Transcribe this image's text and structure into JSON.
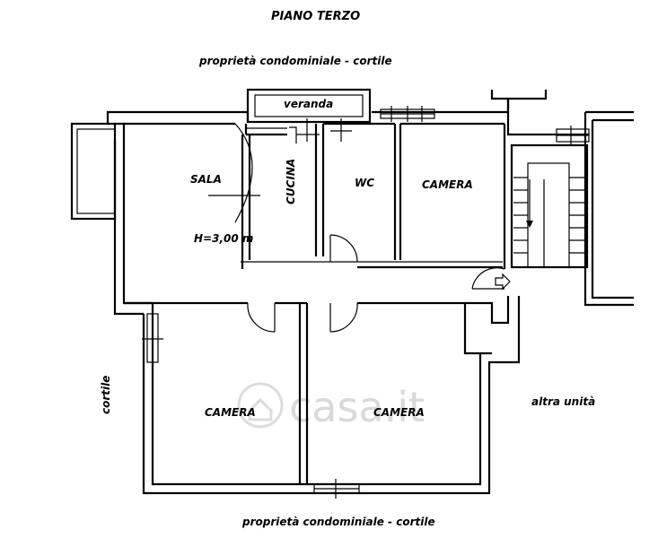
{
  "title": "PIANO TERZO",
  "labels": {
    "top_common": "proprietà condominiale - cortile",
    "bottom_common": "proprietà condominiale - cortile",
    "left_courtyard": "cortile",
    "other_unit": "altra unità",
    "veranda": "veranda",
    "sala": "SALA",
    "height": "H=3,00 m",
    "cucina": "CUCINA",
    "wc": "WC",
    "camera_top": "CAMERA",
    "camera_bottom_left": "CAMERA",
    "camera_bottom_right": "CAMERA"
  },
  "watermark": "casa.it",
  "colors": {
    "ink": "#000000",
    "background": "#ffffff",
    "watermark": "#d9d9d9"
  }
}
